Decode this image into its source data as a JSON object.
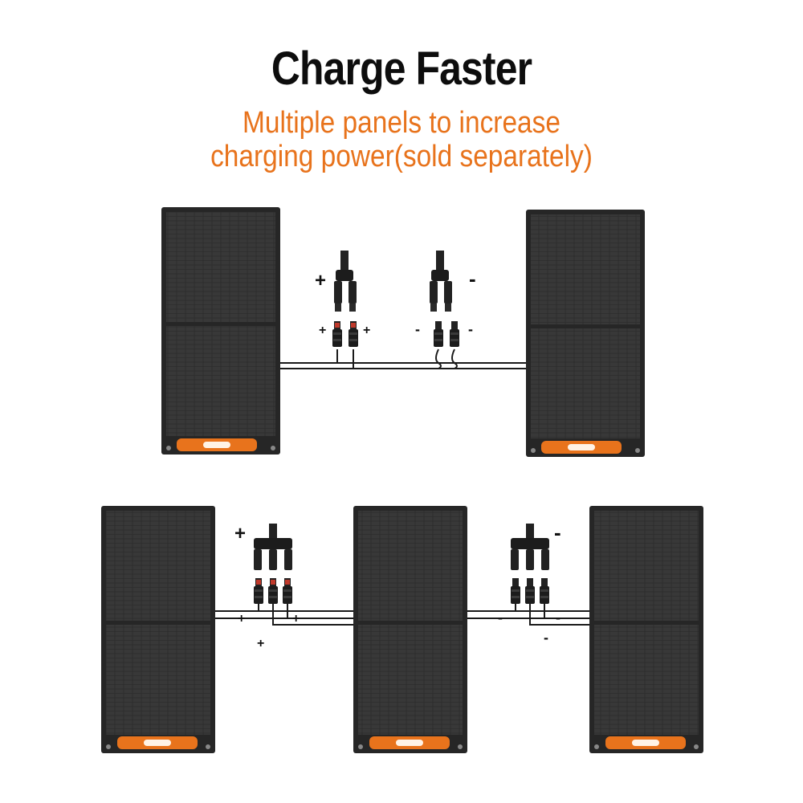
{
  "header": {
    "title": "Charge Faster",
    "subtitle_line1": "Multiple panels to increase",
    "subtitle_line2": "charging power(sold separately)"
  },
  "colors": {
    "title": "#0d0d0d",
    "subtitle": "#e8731c",
    "panel": "#2b2b2b",
    "handle": "#e8731c",
    "wire": "#1a1a1a"
  },
  "labels": {
    "plus": "+",
    "minus": "-"
  }
}
